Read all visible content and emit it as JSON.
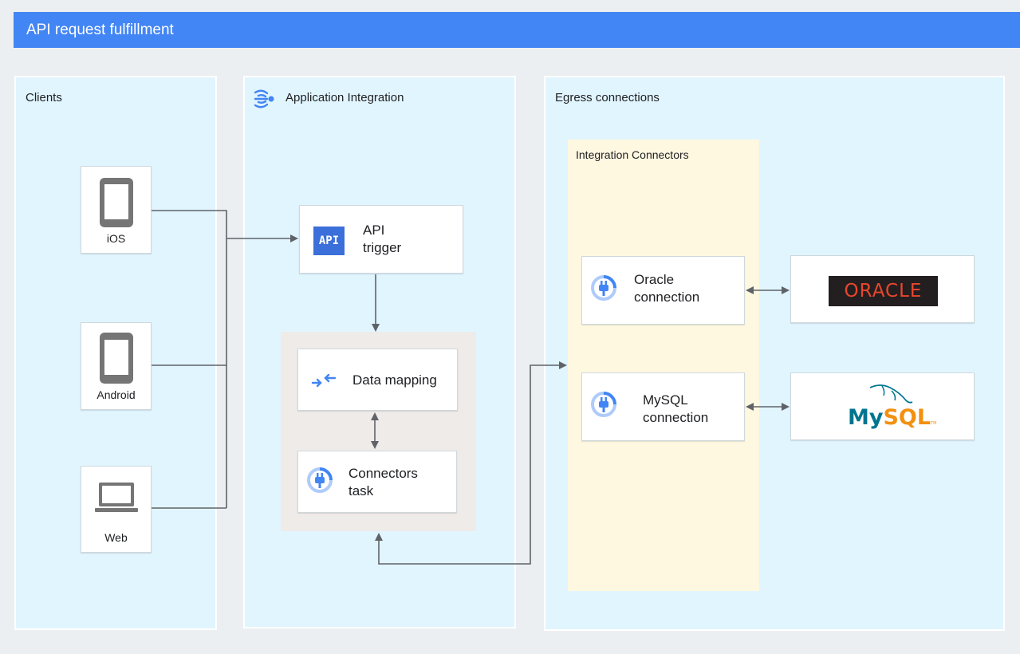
{
  "header": {
    "title": "API request fulfillment"
  },
  "panels": {
    "clients": {
      "label": "Clients"
    },
    "app_integration": {
      "label": "Application Integration"
    },
    "egress": {
      "label": "Egress connections"
    },
    "integration_connectors": {
      "label": "Integration Connectors"
    }
  },
  "clients": [
    {
      "label": "iOS",
      "icon": "phone-icon"
    },
    {
      "label": "Android",
      "icon": "phone-icon"
    },
    {
      "label": "Web",
      "icon": "laptop-icon"
    }
  ],
  "nodes": {
    "api_trigger": {
      "line1": "API",
      "line2": "trigger",
      "icon_text": "API"
    },
    "data_mapping": {
      "label": "Data mapping"
    },
    "connectors_task": {
      "line1": "Connectors",
      "line2": "task"
    },
    "oracle_connection": {
      "line1": "Oracle",
      "line2": "connection"
    },
    "mysql_connection": {
      "line1": "MySQL",
      "line2": "connection"
    }
  },
  "logos": {
    "oracle": {
      "text": "ORACLE",
      "bg": "#231f20",
      "fg": "#e8472d"
    },
    "mysql": {
      "text_my": "My",
      "text_sql": "SQL",
      "tm": "TM",
      "color_my": "#00758f",
      "color_sql": "#f29111"
    }
  },
  "colors": {
    "header": "#4285f4",
    "panel": "#e1f5fe",
    "yellow": "#fff8e1",
    "beige": "#efebe9",
    "connector": "#5f6368",
    "icon_blue": "#4285f4",
    "device_gray": "#757575"
  }
}
